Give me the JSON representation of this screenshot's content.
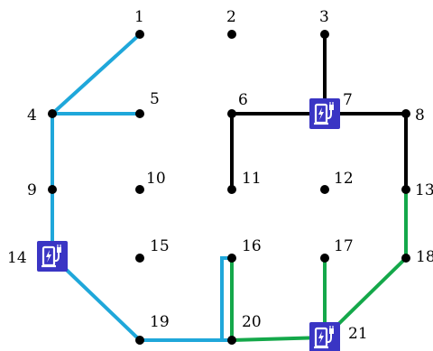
{
  "diagram": {
    "colors": {
      "blue": "#1FA7DA",
      "black": "#000000",
      "green": "#14A84A",
      "station": "#3A35C4",
      "node": "#000000"
    },
    "nodes": [
      {
        "id": "1",
        "label": "1"
      },
      {
        "id": "2",
        "label": "2"
      },
      {
        "id": "3",
        "label": "3"
      },
      {
        "id": "4",
        "label": "4"
      },
      {
        "id": "5",
        "label": "5"
      },
      {
        "id": "6",
        "label": "6"
      },
      {
        "id": "7",
        "label": "7",
        "station": true
      },
      {
        "id": "8",
        "label": "8"
      },
      {
        "id": "9",
        "label": "9"
      },
      {
        "id": "10",
        "label": "10"
      },
      {
        "id": "11",
        "label": "11"
      },
      {
        "id": "12",
        "label": "12"
      },
      {
        "id": "13",
        "label": "13"
      },
      {
        "id": "14",
        "label": "14",
        "station": true
      },
      {
        "id": "15",
        "label": "15"
      },
      {
        "id": "16",
        "label": "16"
      },
      {
        "id": "17",
        "label": "17"
      },
      {
        "id": "18",
        "label": "18"
      },
      {
        "id": "19",
        "label": "19"
      },
      {
        "id": "20",
        "label": "20"
      },
      {
        "id": "21",
        "label": "21",
        "station": true
      }
    ],
    "edges": [
      {
        "from": "1",
        "to": "4",
        "color": "blue"
      },
      {
        "from": "4",
        "to": "5",
        "color": "blue"
      },
      {
        "from": "4",
        "to": "9",
        "color": "blue"
      },
      {
        "from": "9",
        "to": "14",
        "color": "blue"
      },
      {
        "from": "14",
        "to": "19",
        "color": "blue"
      },
      {
        "from": "19",
        "to": "20",
        "color": "blue"
      },
      {
        "from": "20",
        "to": "16",
        "color": "blue",
        "offset": true
      },
      {
        "from": "3",
        "to": "7",
        "color": "black"
      },
      {
        "from": "6",
        "to": "7",
        "color": "black"
      },
      {
        "from": "7",
        "to": "8",
        "color": "black"
      },
      {
        "from": "6",
        "to": "11",
        "color": "black"
      },
      {
        "from": "8",
        "to": "13",
        "color": "black"
      },
      {
        "from": "13",
        "to": "18",
        "color": "green"
      },
      {
        "from": "18",
        "to": "21",
        "color": "green"
      },
      {
        "from": "17",
        "to": "21",
        "color": "green"
      },
      {
        "from": "20",
        "to": "21",
        "color": "green"
      },
      {
        "from": "16",
        "to": "20",
        "color": "green"
      }
    ]
  }
}
